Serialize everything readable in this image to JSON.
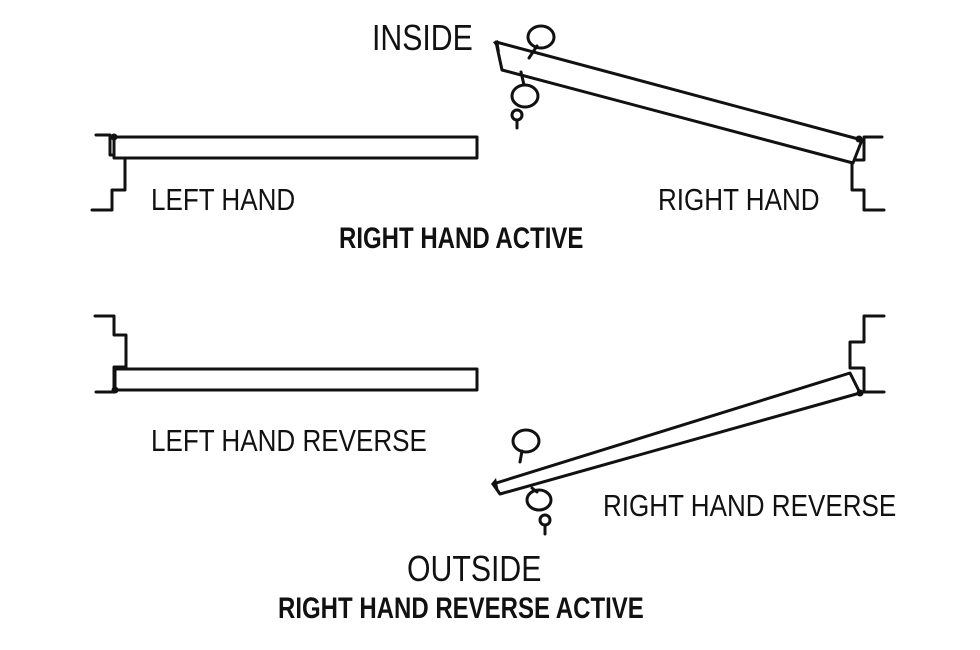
{
  "labels": {
    "inside": "INSIDE",
    "left_hand": "LEFT HAND",
    "right_hand": "RIGHT HAND",
    "right_hand_active": "RIGHT HAND ACTIVE",
    "left_hand_reverse": "LEFT HAND REVERSE",
    "right_hand_reverse": "RIGHT HAND REVERSE",
    "outside": "OUTSIDE",
    "right_hand_reverse_active": "RIGHT HAND REVERSE ACTIVE"
  },
  "colors": {
    "ink": "#111111",
    "background": "#ffffff"
  }
}
